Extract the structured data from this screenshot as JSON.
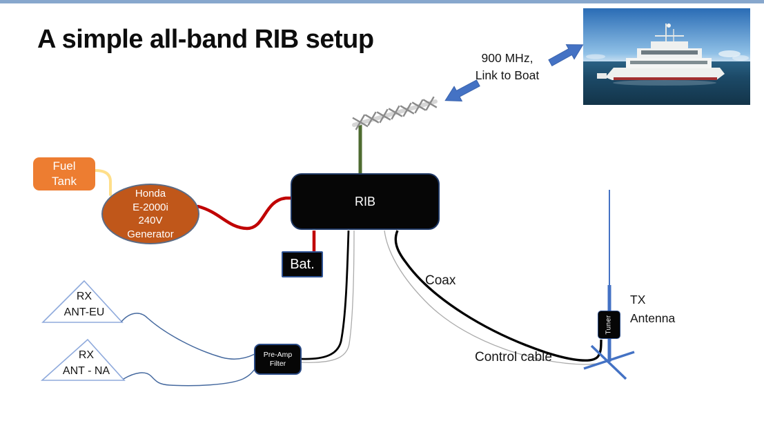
{
  "title": "A simple all-band RIB setup",
  "link_to_boat": {
    "line1": "900 MHz,",
    "line2": "Link to Boat"
  },
  "fuel_tank": {
    "line1": "Fuel",
    "line2": "Tank"
  },
  "generator": {
    "line1": "Honda",
    "line2": "E-2000i",
    "line3": "240V",
    "line4": "Generator"
  },
  "rib": {
    "label": "RIB"
  },
  "battery": {
    "label": "Bat."
  },
  "rx_ant_eu": {
    "line1": "RX",
    "line2": "ANT-EU"
  },
  "rx_ant_na": {
    "line1": "RX",
    "line2": "ANT - NA"
  },
  "preamp": {
    "line1": "Pre-Amp",
    "line2": "Filter"
  },
  "tuner": {
    "label": "Tuner"
  },
  "tx_antenna": {
    "line1": "TX",
    "line2": "Antenna"
  },
  "cable_labels": {
    "coax": "Coax",
    "control_cable": "Control cable"
  },
  "colors": {
    "accent_blue": "#4472C4",
    "power_red": "#C00000",
    "fuel_orange": "#ED7D31",
    "generator_orange": "#C0571A",
    "fuel_line_yellow": "#FFDF8A",
    "mast_green": "#4E6B30",
    "box_black": "#060606",
    "box_border_blue": "#2A4A85",
    "top_bar_blue": "#87A7CD",
    "gray_cable": "#ABABAB"
  }
}
